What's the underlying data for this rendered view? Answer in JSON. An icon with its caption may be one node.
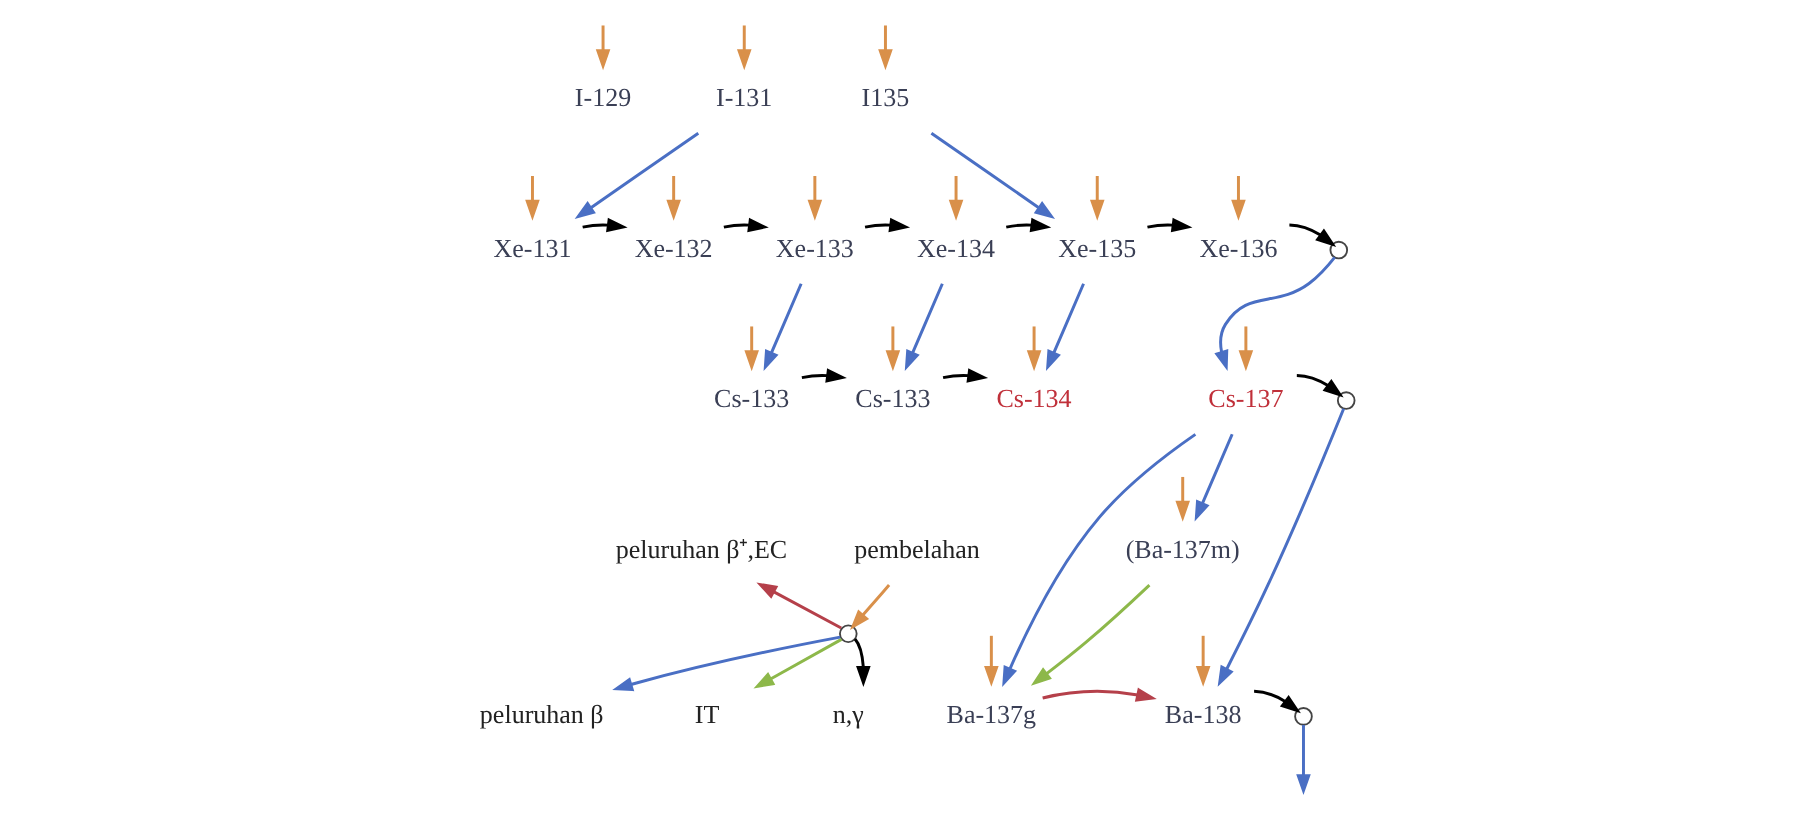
{
  "diagram": {
    "nodes": [
      {
        "text": [
          "I-129"
        ]
      },
      {
        "text": [
          "I-131"
        ]
      },
      {
        "text": [
          "I135"
        ]
      },
      {
        "text": [
          "Xe-131"
        ]
      },
      {
        "text": [
          "Xe-132"
        ]
      },
      {
        "text": [
          "Xe-133"
        ]
      },
      {
        "text": [
          "Xe-134"
        ]
      },
      {
        "text": [
          "Xe-135"
        ]
      },
      {
        "text": [
          "Xe-136"
        ]
      },
      {
        "text": [],
        "shape": "circle"
      },
      {
        "text": [
          "Cs-133"
        ]
      },
      {
        "text": [
          "Cs-133"
        ]
      },
      {
        "text": [
          "Cs-134"
        ]
      },
      {
        "text": [
          "Cs-137"
        ]
      },
      {
        "text": [],
        "shape": "circle"
      },
      {
        "text": [
          "(Ba-137m)"
        ]
      },
      {
        "text": [
          "Ba-137g"
        ]
      },
      {
        "text": [
          "Ba-138"
        ]
      },
      {
        "text": [],
        "shape": "circle"
      },
      {
        "text": [
          "pembelahan"
        ]
      },
      {
        "text": [],
        "shape": "circle"
      },
      {
        "text": [
          "peluruhan β⁺,EC"
        ]
      },
      {
        "text": [
          "n,γ"
        ]
      },
      {
        "text": [
          "IT"
        ]
      },
      {
        "text": [
          "peluruhan β"
        ]
      }
    ],
    "edges": [
      {
        "from": null,
        "to": 0,
        "arrow": "to"
      },
      {
        "from": null,
        "to": 1,
        "arrow": "to"
      },
      {
        "from": null,
        "to": 2,
        "arrow": "to"
      },
      {
        "from": null,
        "to": 3,
        "arrow": "to"
      },
      {
        "from": null,
        "to": 4,
        "arrow": "to"
      },
      {
        "from": null,
        "to": 5,
        "arrow": "to"
      },
      {
        "from": null,
        "to": 6,
        "arrow": "to"
      },
      {
        "from": null,
        "to": 7,
        "arrow": "to"
      },
      {
        "from": null,
        "to": 8,
        "arrow": "to"
      },
      {
        "from": null,
        "to": 10,
        "arrow": "to"
      },
      {
        "from": null,
        "to": 11,
        "arrow": "to"
      },
      {
        "from": null,
        "to": 12,
        "arrow": "to"
      },
      {
        "from": null,
        "to": 13,
        "arrow": "to"
      },
      {
        "from": null,
        "to": 15,
        "arrow": "to"
      },
      {
        "from": null,
        "to": 16,
        "arrow": "to"
      },
      {
        "from": null,
        "to": 17,
        "arrow": "to"
      },
      {
        "from": 1,
        "to": 3,
        "arrow": "to",
        "color": "#4a6fc4"
      },
      {
        "from": 2,
        "to": 7,
        "arrow": "to",
        "color": "#4a6fc4"
      },
      {
        "from": 3,
        "to": 4,
        "arrow": "to",
        "color": "#000000"
      },
      {
        "from": 4,
        "to": 5,
        "arrow": "to",
        "color": "#000000"
      },
      {
        "from": 5,
        "to": 6,
        "arrow": "to",
        "color": "#000000"
      },
      {
        "from": 6,
        "to": 7,
        "arrow": "to",
        "color": "#000000"
      },
      {
        "from": 7,
        "to": 8,
        "arrow": "to",
        "color": "#000000"
      },
      {
        "from": 8,
        "to": 9,
        "arrow": "to",
        "color": "#000000"
      },
      {
        "from": 5,
        "to": 10,
        "arrow": "to",
        "color": "#4a6fc4"
      },
      {
        "from": 6,
        "to": 11,
        "arrow": "to",
        "color": "#4a6fc4"
      },
      {
        "from": 7,
        "to": 12,
        "arrow": "to",
        "color": "#4a6fc4"
      },
      {
        "from": 9,
        "to": 13,
        "arrow": "to",
        "color": "#4a6fc4"
      },
      {
        "from": 10,
        "to": 11,
        "arrow": "to",
        "color": "#000000"
      },
      {
        "from": 11,
        "to": 12,
        "arrow": "to",
        "color": "#000000"
      },
      {
        "from": 13,
        "to": 14,
        "arrow": "to",
        "color": "#000000"
      },
      {
        "from": 13,
        "to": 15,
        "arrow": "to",
        "color": "#4a6fc4"
      },
      {
        "from": 13,
        "to": 16,
        "arrow": "to",
        "color": "#4a6fc4"
      },
      {
        "from": 14,
        "to": 17,
        "arrow": "to",
        "color": "#4a6fc4"
      },
      {
        "from": 15,
        "to": 16,
        "arrow": "to",
        "color": "#8db84a"
      },
      {
        "from": 16,
        "to": 17,
        "arrow": "to",
        "color": "#b5404a"
      },
      {
        "from": 17,
        "to": 18,
        "arrow": "to",
        "color": "#000000"
      },
      {
        "from": 18,
        "to": null,
        "arrow": "to",
        "color": "#4a6fc4"
      },
      {
        "from": 19,
        "to": 20,
        "arrow": "to"
      },
      {
        "from": 20,
        "to": 21,
        "arrow": "to",
        "color": "#b5404a"
      },
      {
        "from": 20,
        "to": 22,
        "arrow": "to",
        "color": "#000000"
      },
      {
        "from": 20,
        "to": 23,
        "arrow": "to",
        "color": "#8db84a"
      },
      {
        "from": 20,
        "to": 24,
        "arrow": "to",
        "color": "#4a6fc4"
      }
    ]
  }
}
